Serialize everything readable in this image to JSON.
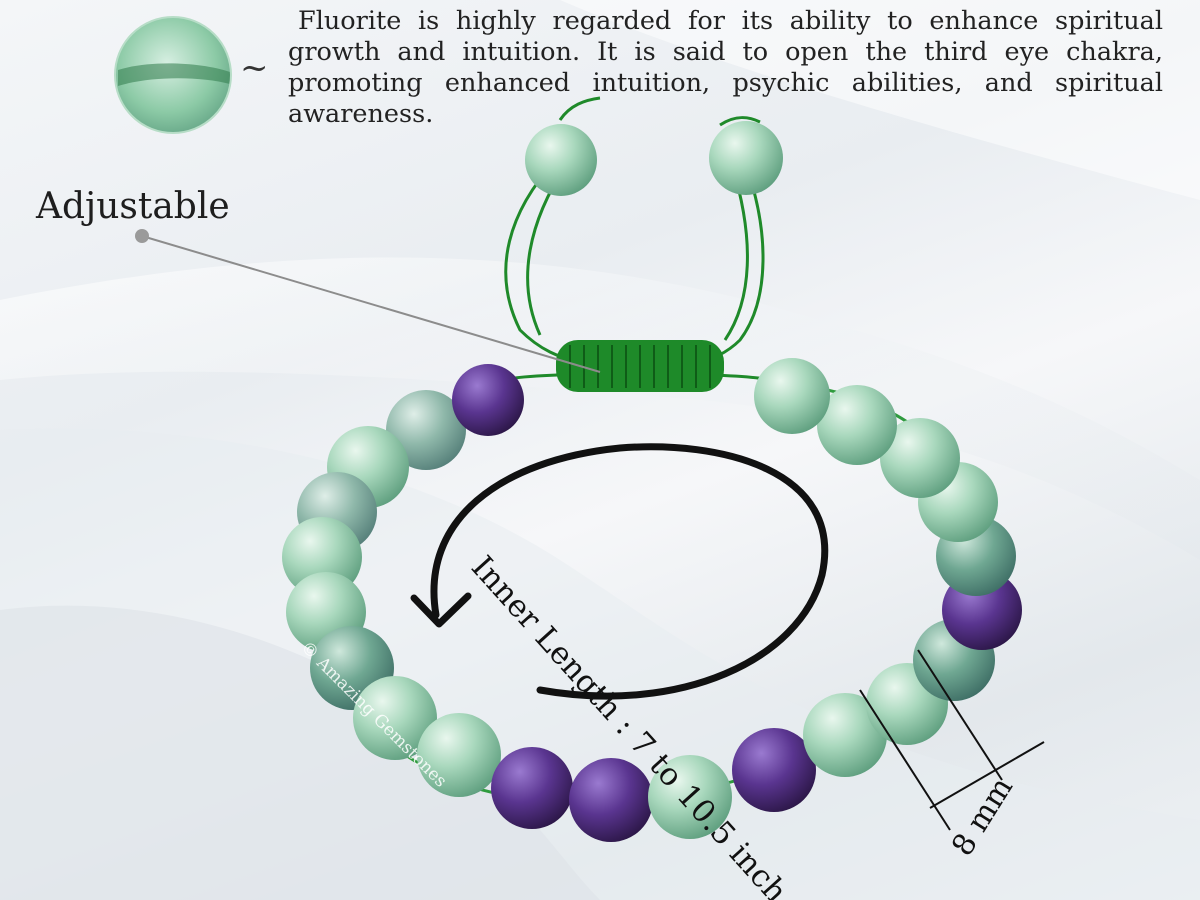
{
  "description": "Fluorite is highly regarded for its ability to enhance spiritual growth and intuition. It is said to open the third eye chakra, promoting enhanced intuition, psychic abilities, and spiritual awareness.",
  "callouts": {
    "tilde": "~",
    "adjustable": "Adjustable",
    "inner_length": "Inner Length : 7 to 10.5 inch",
    "bead_size": "8 mm",
    "watermark": "© Amazing Gemstones"
  },
  "colors": {
    "cord_green": "#1f8a2a",
    "fluorite_green": "#a9d8bd",
    "fluorite_purple": "#4a2a7a",
    "arrow_black": "#111111"
  }
}
